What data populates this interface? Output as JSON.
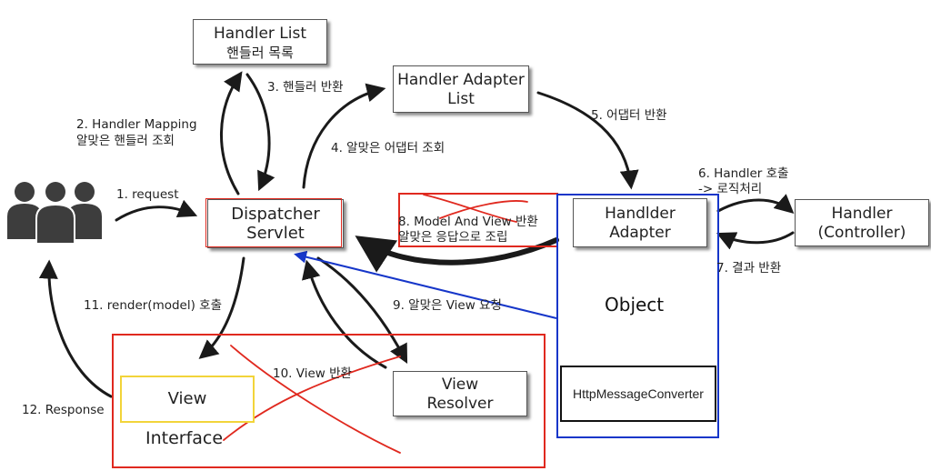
{
  "nodes": {
    "handler_list": {
      "line1": "Handler List",
      "line2": "핸들러 목록"
    },
    "handler_adapter_list": {
      "line1": "Handler Adapter",
      "line2": "List"
    },
    "dispatcher": {
      "line1": "Dispatcher",
      "line2": "Servlet"
    },
    "handler_adapter": {
      "line1": "Handlder",
      "line2": "Adapter"
    },
    "handler": {
      "line1": "Handler",
      "line2": "(Controller)"
    },
    "view": {
      "label": "View"
    },
    "interface": {
      "label": "Interface"
    },
    "view_resolver": {
      "line1": "View",
      "line2": "Resolver"
    },
    "object": {
      "label": "Object"
    },
    "converter": {
      "label": "HttpMessageConverter"
    }
  },
  "edges": {
    "e1": "1. request",
    "e2_line1": "2. Handler Mapping",
    "e2_line2": "알맞은 핸들러 조회",
    "e3": "3. 핸들러 반환",
    "e4": "4. 알맞은 어댑터 조회",
    "e5": "5. 어댑터 반환",
    "e6_line1": "6. Handler 호출",
    "e6_line2": "-> 로직처리",
    "e7": "7. 결과 반환",
    "e8_line1": "8. Model And View 반환",
    "e8_line2": "알맞은 응답으로 조립",
    "e9": "9. 알맞은 View 요청",
    "e10": "10. View 반환",
    "e11": "11. render(model) 호출",
    "e12": "12. Response"
  },
  "colors": {
    "ink": "#1a1a1a",
    "red": "#e0291f",
    "blue": "#1636c9",
    "yellow": "#f2d43a",
    "users": "#3d3d3d"
  }
}
